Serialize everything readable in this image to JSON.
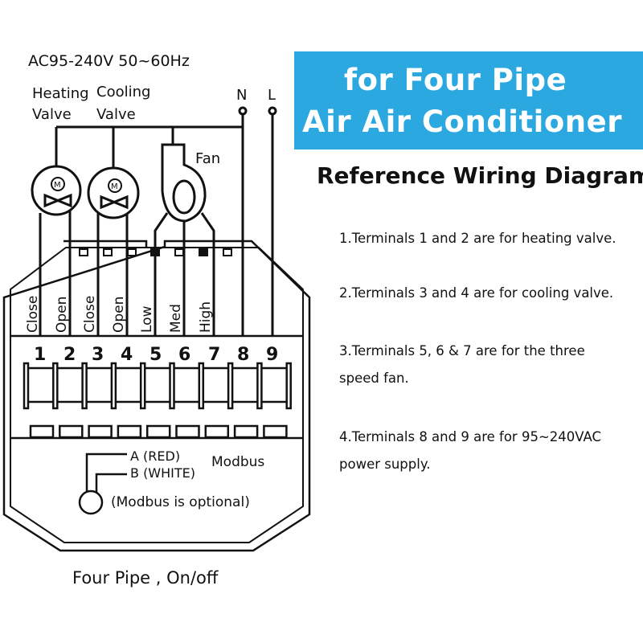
{
  "diagram": {
    "supply": "AC95-240V  50~60Hz",
    "heating_valve": [
      "Heating",
      "Valve"
    ],
    "cooling_valve": [
      "Cooling",
      "Valve"
    ],
    "motor_label": "M",
    "fan": "Fan",
    "neutral": "N",
    "live": "L",
    "terminal_labels": [
      "Close",
      "Open",
      "Close",
      "Open",
      "Low",
      "Med",
      "High"
    ],
    "terminal_numbers": [
      "1",
      "2",
      "3",
      "4",
      "5",
      "6",
      "7",
      "8",
      "9"
    ],
    "modbus_a": "A (RED)",
    "modbus_b": "B (WHITE)",
    "modbus": "Modbus",
    "modbus_optional": "(Modbus is optional)",
    "caption": "Four Pipe , On/off"
  },
  "banner": {
    "line1": "for Four Pipe",
    "line2": "Air Air Conditioner",
    "color": "#2ba8e0"
  },
  "reference": {
    "title": "Reference Wiring Diagram",
    "notes": [
      [
        "1.Terminals 1 and 2 are for heating valve."
      ],
      [
        "2.Terminals 3 and 4 are for cooling valve."
      ],
      [
        "3.Terminals 5, 6 & 7 are for the three",
        "speed fan."
      ],
      [
        "4.Terminals 8 and 9 are for 95~240VAC",
        "power supply."
      ]
    ]
  }
}
